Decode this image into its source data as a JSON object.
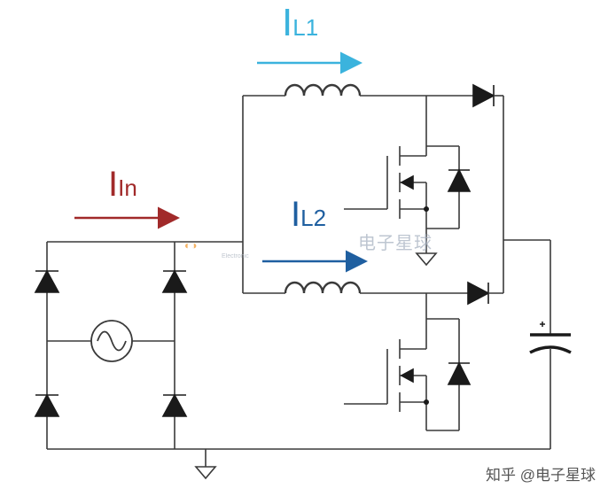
{
  "labels": {
    "il1": {
      "main": "I",
      "sub": "L1",
      "color": "#3bb3dd"
    },
    "iin": {
      "main": "I",
      "sub": "In",
      "color": "#a12a2a"
    },
    "il2": {
      "main": "I",
      "sub": "L2",
      "color": "#1f5fa0"
    }
  },
  "watermark": {
    "text": "电子星球",
    "small": "Electronic"
  },
  "credit": "知乎 @电子星球",
  "colors": {
    "wire": "#3a3a3a",
    "il1_arrow": "#3bb3dd",
    "iin_arrow": "#a12a2a",
    "il2_arrow": "#1f5fa0"
  },
  "icons": [
    "ac-source-icon",
    "diode-icon",
    "inductor-icon",
    "mosfet-icon",
    "capacitor-icon",
    "ground-icon"
  ]
}
